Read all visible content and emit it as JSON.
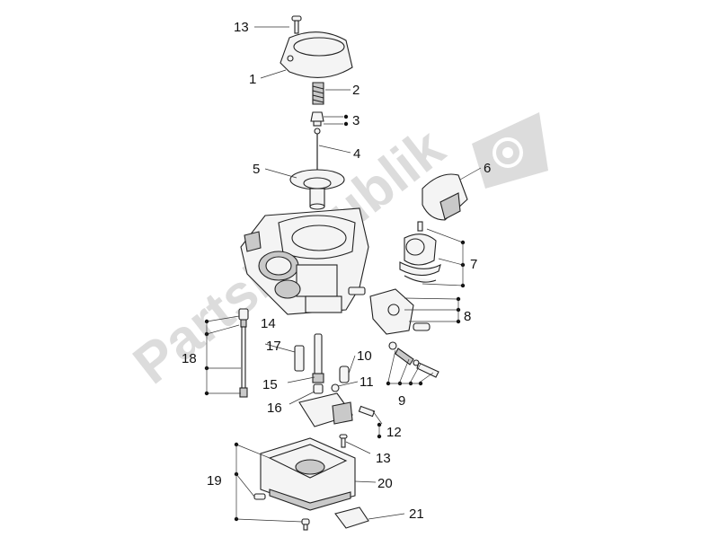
{
  "diagram": {
    "watermark": {
      "text": "PartsRepublik",
      "icon": "gear-shield-icon",
      "color": "#dcdcdc"
    },
    "callouts": {
      "c1": "1",
      "c2": "2",
      "c3": "3",
      "c4": "4",
      "c5": "5",
      "c6": "6",
      "c7": "7",
      "c8": "8",
      "c9": "9",
      "c10": "10",
      "c11": "11",
      "c12": "12",
      "c13_top": "13",
      "c13_bottom": "13",
      "c14": "14",
      "c15": "15",
      "c16": "16",
      "c17": "17",
      "c18": "18",
      "c19": "19",
      "c20": "20",
      "c21": "21"
    }
  }
}
